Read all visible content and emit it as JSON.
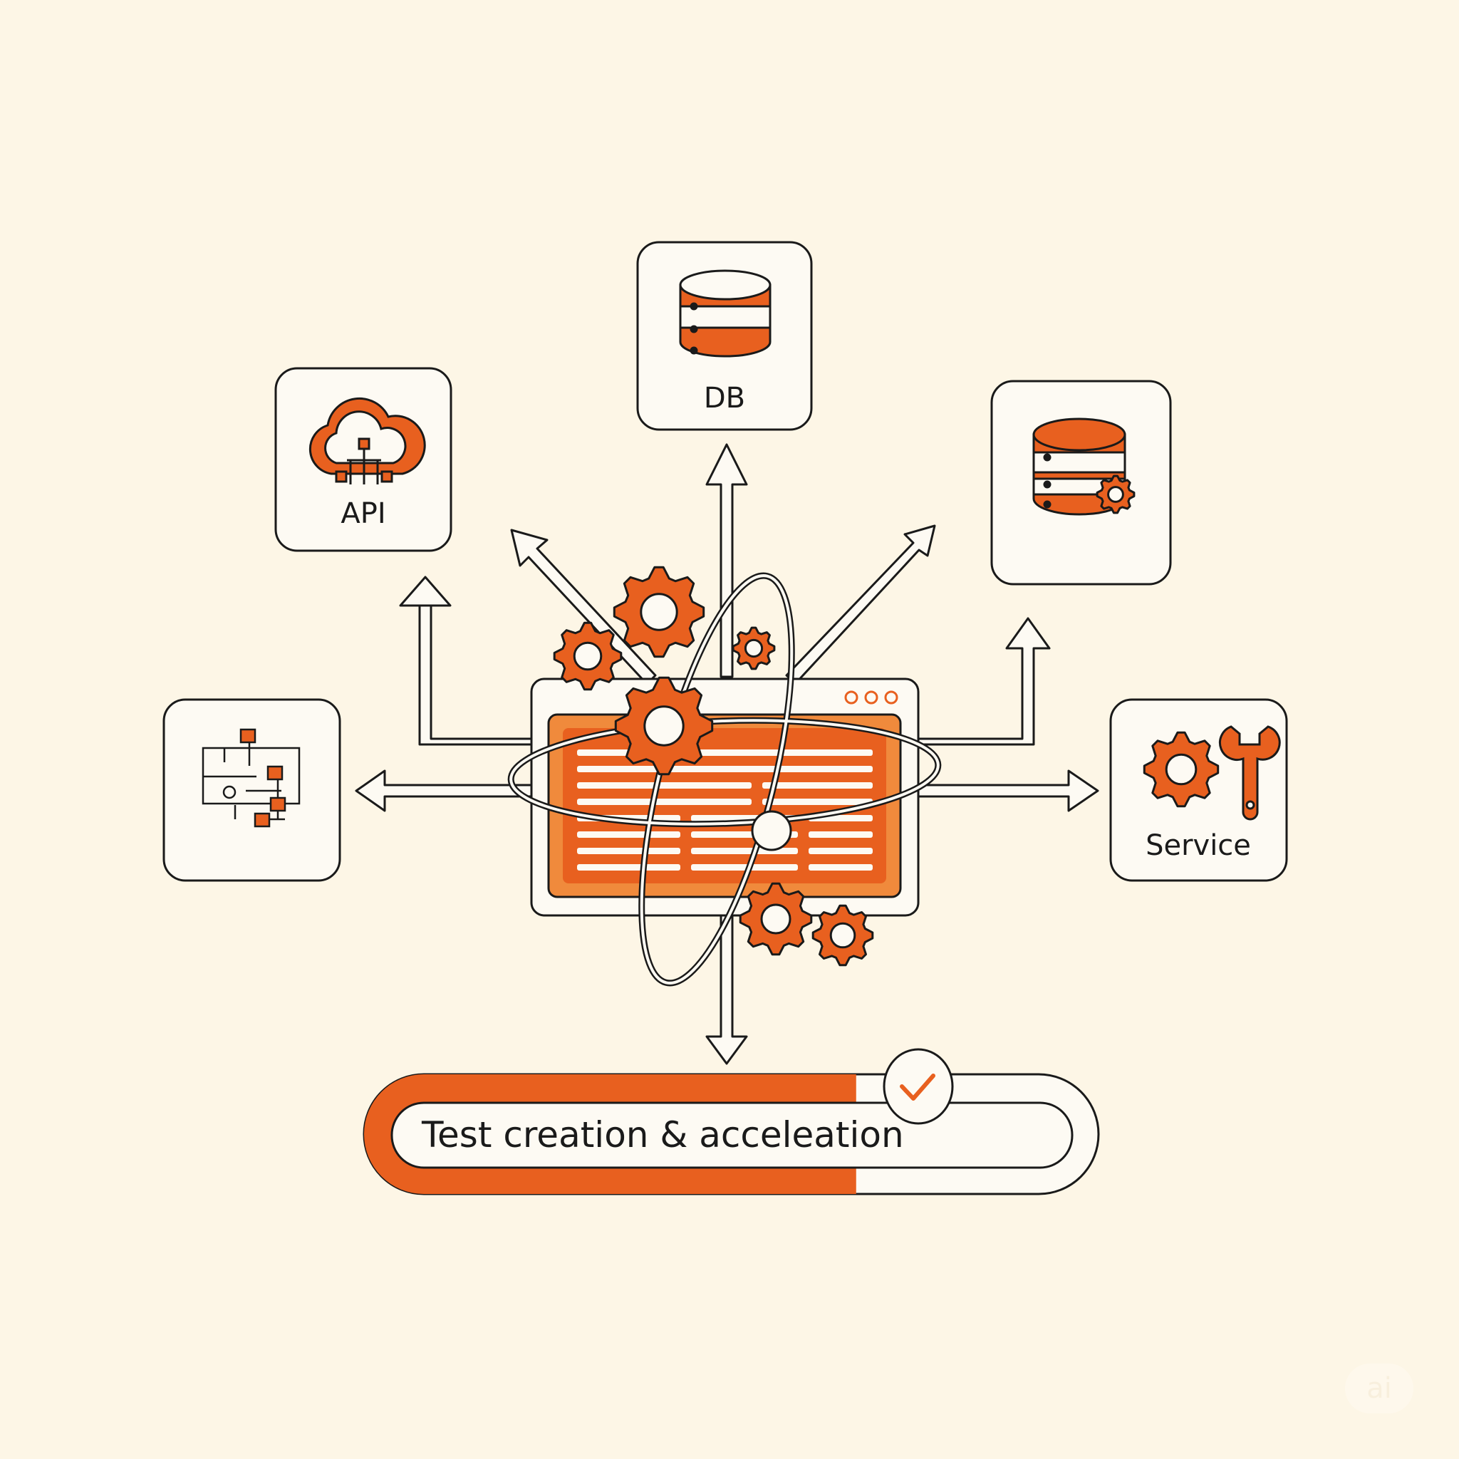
{
  "cards": {
    "api": {
      "label": "API"
    },
    "db": {
      "label": "DB"
    },
    "service": {
      "label": "Service"
    }
  },
  "progress": {
    "label": "Test creation & acceleation",
    "value": 0.67,
    "status": "check"
  },
  "watermark": "ai",
  "colors": {
    "background": "#fdf6e6",
    "accent": "#e8601f",
    "accent_light": "#f08a3c",
    "stroke": "#1a1a1a",
    "card": "#fdfaf3"
  }
}
